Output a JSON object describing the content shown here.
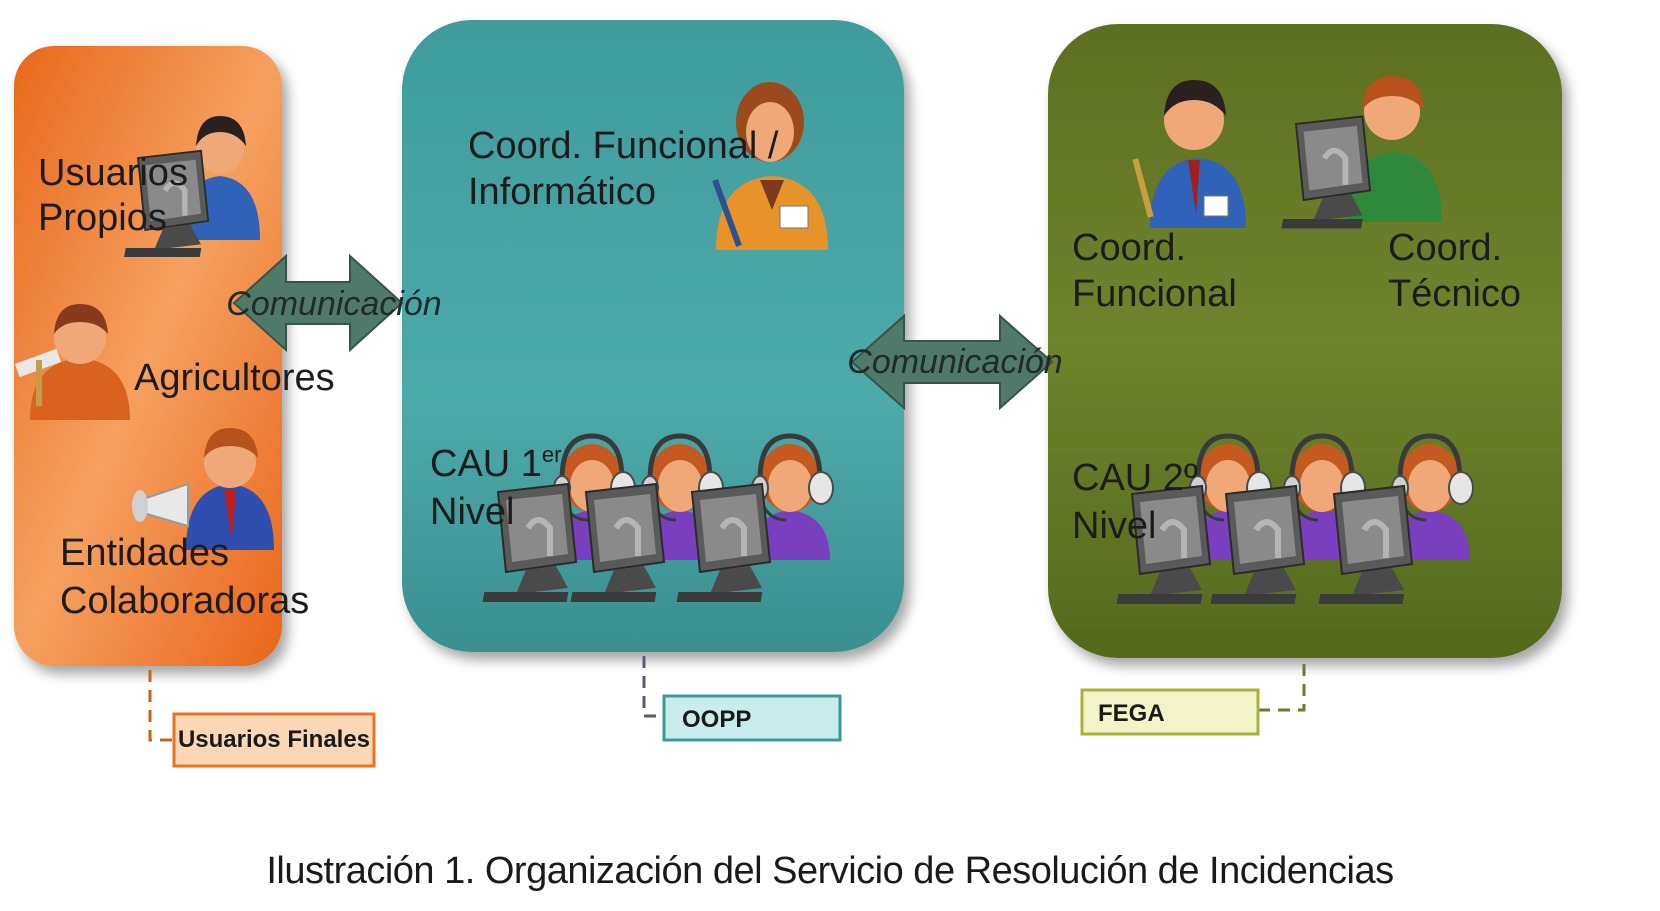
{
  "groups": {
    "usuarios_finales": {
      "tag": "Usuarios Finales",
      "color": "#e8741f",
      "members": [
        {
          "label_line1": "Usuarios",
          "label_line2": "Propios"
        },
        {
          "label_line1": "Agricultores"
        },
        {
          "label_line1": "Entidades",
          "label_line2": "Colaboradoras"
        }
      ]
    },
    "oopp": {
      "tag": "OOPP",
      "color": "#3e9a9a",
      "coord_line1": "Coord. Funcional /",
      "coord_line2": "Informático",
      "cau_line1": "CAU 1",
      "cau_sup": "er",
      "cau_line2": "Nivel"
    },
    "fega": {
      "tag": "FEGA",
      "color": "#5f7326",
      "coord_funcional_line1": "Coord.",
      "coord_funcional_line2": "Funcional",
      "coord_tecnico_line1": "Coord.",
      "coord_tecnico_line2": "Técnico",
      "cau_line1": "CAU 2º",
      "cau_line2": "Nivel"
    }
  },
  "arrows": [
    {
      "label": "Comunicación"
    },
    {
      "label": "Comunicación"
    }
  ],
  "caption": "Ilustración 1. Organización del Servicio de Resolución de Incidencias"
}
